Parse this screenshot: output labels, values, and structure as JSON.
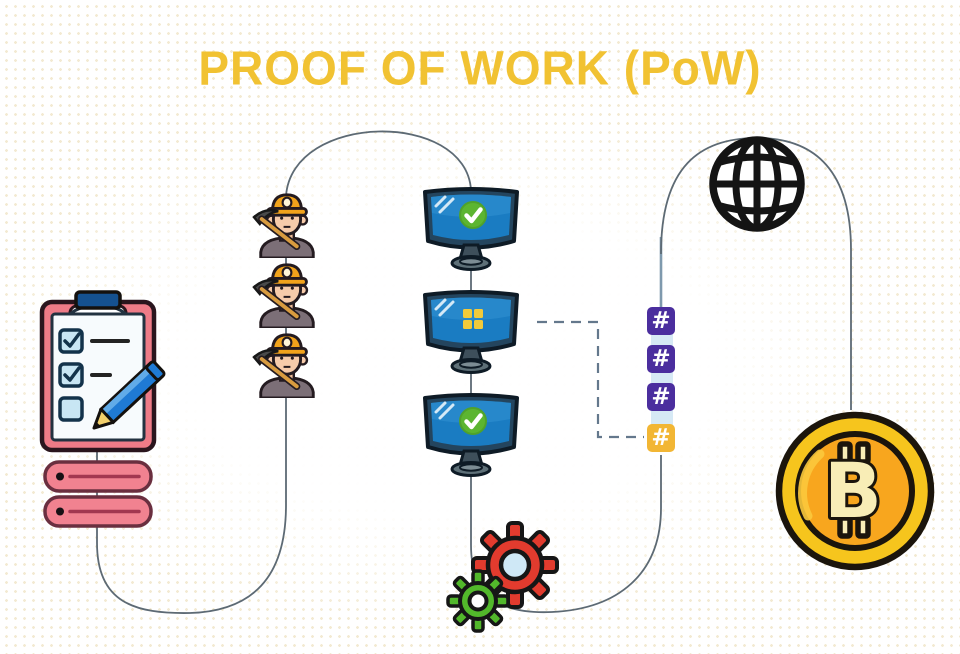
{
  "title": "PROOF OF WORK (PoW)",
  "hash_symbol": "#",
  "bitcoin_glyph": "B",
  "icons": {
    "clipboard": "checklist-clipboard-icon",
    "list_bars": "transaction-list-bars-icon",
    "miner": "miner-icon",
    "monitor_check": "verified-computer-icon",
    "monitor_grid": "working-computer-icon",
    "globe": "network-globe-icon",
    "hash_block": "hash-block-icon",
    "gears": "processing-gears-icon",
    "bitcoin": "bitcoin-coin-icon"
  },
  "counts": {
    "miners": 3,
    "computers": 3,
    "purple_hashes": 3,
    "yellow_hashes": 1,
    "gears": 2
  },
  "colors": {
    "title_gold": "#F1C232",
    "background_dot": "#F3EAD2",
    "flow_line": "#5D6A74",
    "hash_line": "#7E99AD",
    "hash_purple": "#4B2E9E",
    "hash_yellow": "#F2B634",
    "screen_blue": "#1A7CC2",
    "check_green": "#5CB531",
    "clipboard_pink": "#EE7B87",
    "bar_pink": "#F18290",
    "gear_red": "#E23B2E",
    "gear_green": "#52B82B",
    "bitcoin_gold": "#F6C51D"
  }
}
